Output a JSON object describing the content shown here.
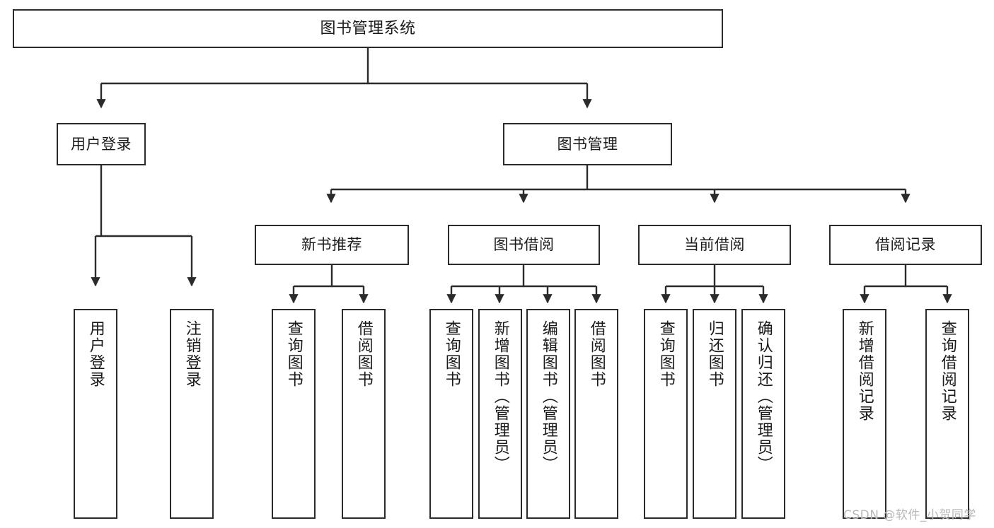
{
  "diagram": {
    "title": "图书管理系统",
    "watermark": "CSDN @软件_小贺同学",
    "stroke_color": "#2b2b2b",
    "text_color": "#1a1a1a",
    "background_color": "#ffffff",
    "root": {
      "label": "图书管理系统"
    },
    "level2": [
      {
        "label": "用户登录"
      },
      {
        "label": "图书管理"
      }
    ],
    "level3": [
      {
        "label": "新书推荐"
      },
      {
        "label": "图书借阅"
      },
      {
        "label": "当前借阅"
      },
      {
        "label": "借阅记录"
      }
    ],
    "leaves": [
      {
        "label": "用户登录"
      },
      {
        "label": "注销登录"
      },
      {
        "label": "查询图书"
      },
      {
        "label": "借阅图书"
      },
      {
        "label": "查询图书"
      },
      {
        "label": "新增图书（管理员）"
      },
      {
        "label": "编辑图书（管理员）"
      },
      {
        "label": "借阅图书"
      },
      {
        "label": "查询图书"
      },
      {
        "label": "归还图书"
      },
      {
        "label": "确认归还（管理员）"
      },
      {
        "label": "新增借阅记录"
      },
      {
        "label": "查询借阅记录"
      }
    ]
  }
}
